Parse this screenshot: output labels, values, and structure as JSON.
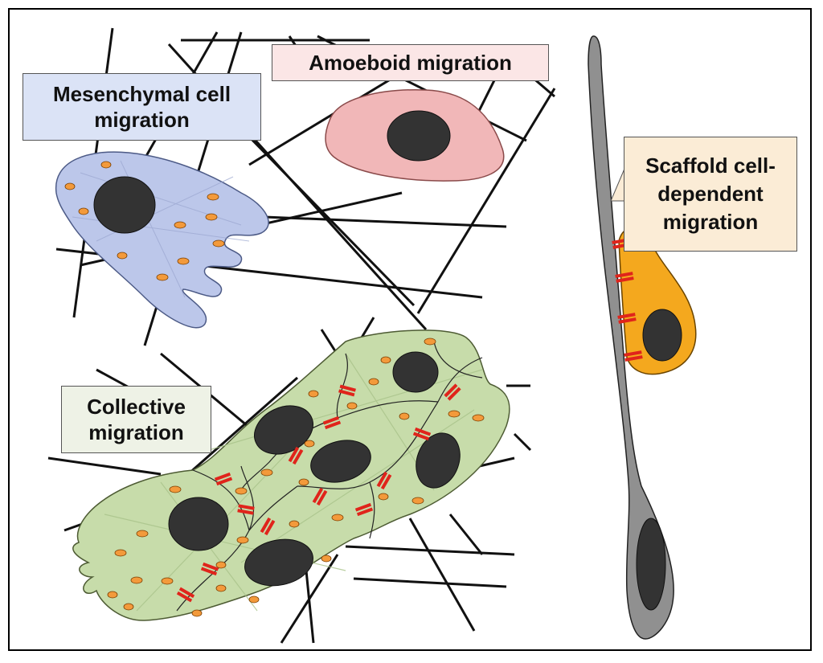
{
  "labels": {
    "mesenchymal": "Mesenchymal cell\nmigration",
    "amoeboid": "Amoeboid migration",
    "collective": "Collective\nmigration",
    "scaffold": "Scaffold cell-\ndependent\nmigration"
  },
  "colors": {
    "mesenchymal_cell": "#bcc7ea",
    "amoeboid_cell": "#f1b7b8",
    "collective_cells": "#c7dcaa",
    "scaffold_cell": "#f4a81e",
    "scaffold_fiber_cell": "#909090",
    "nucleus": "#333333",
    "adhesion_focal": "#f39a3b",
    "junction": "#e0241b",
    "matrix_fiber": "#111111"
  }
}
